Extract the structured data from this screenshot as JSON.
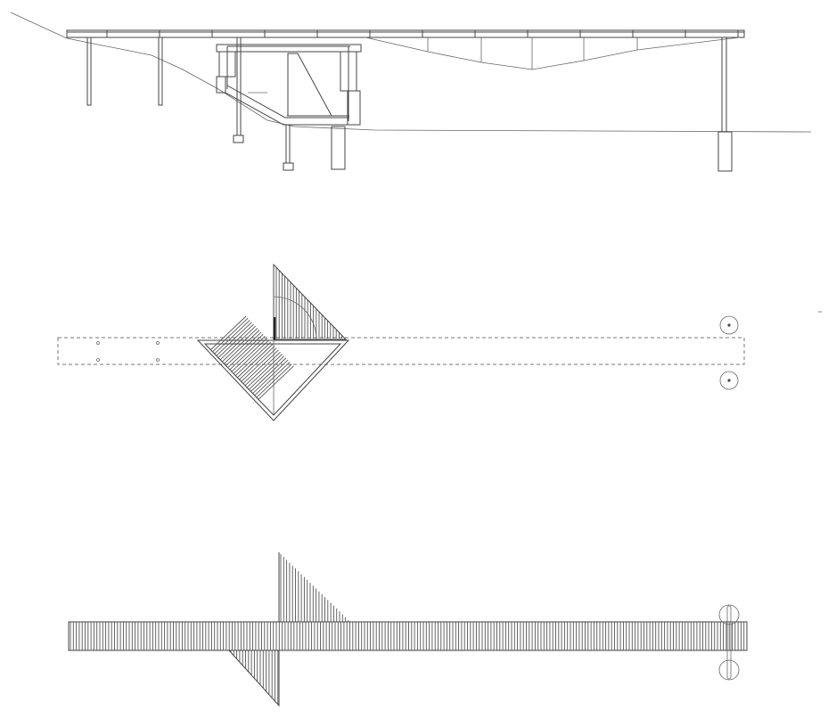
{
  "drawing": {
    "views": [
      "section",
      "floor-plan",
      "roof-plan"
    ],
    "colors": {
      "line": "#444444",
      "background": "#ffffff"
    }
  }
}
